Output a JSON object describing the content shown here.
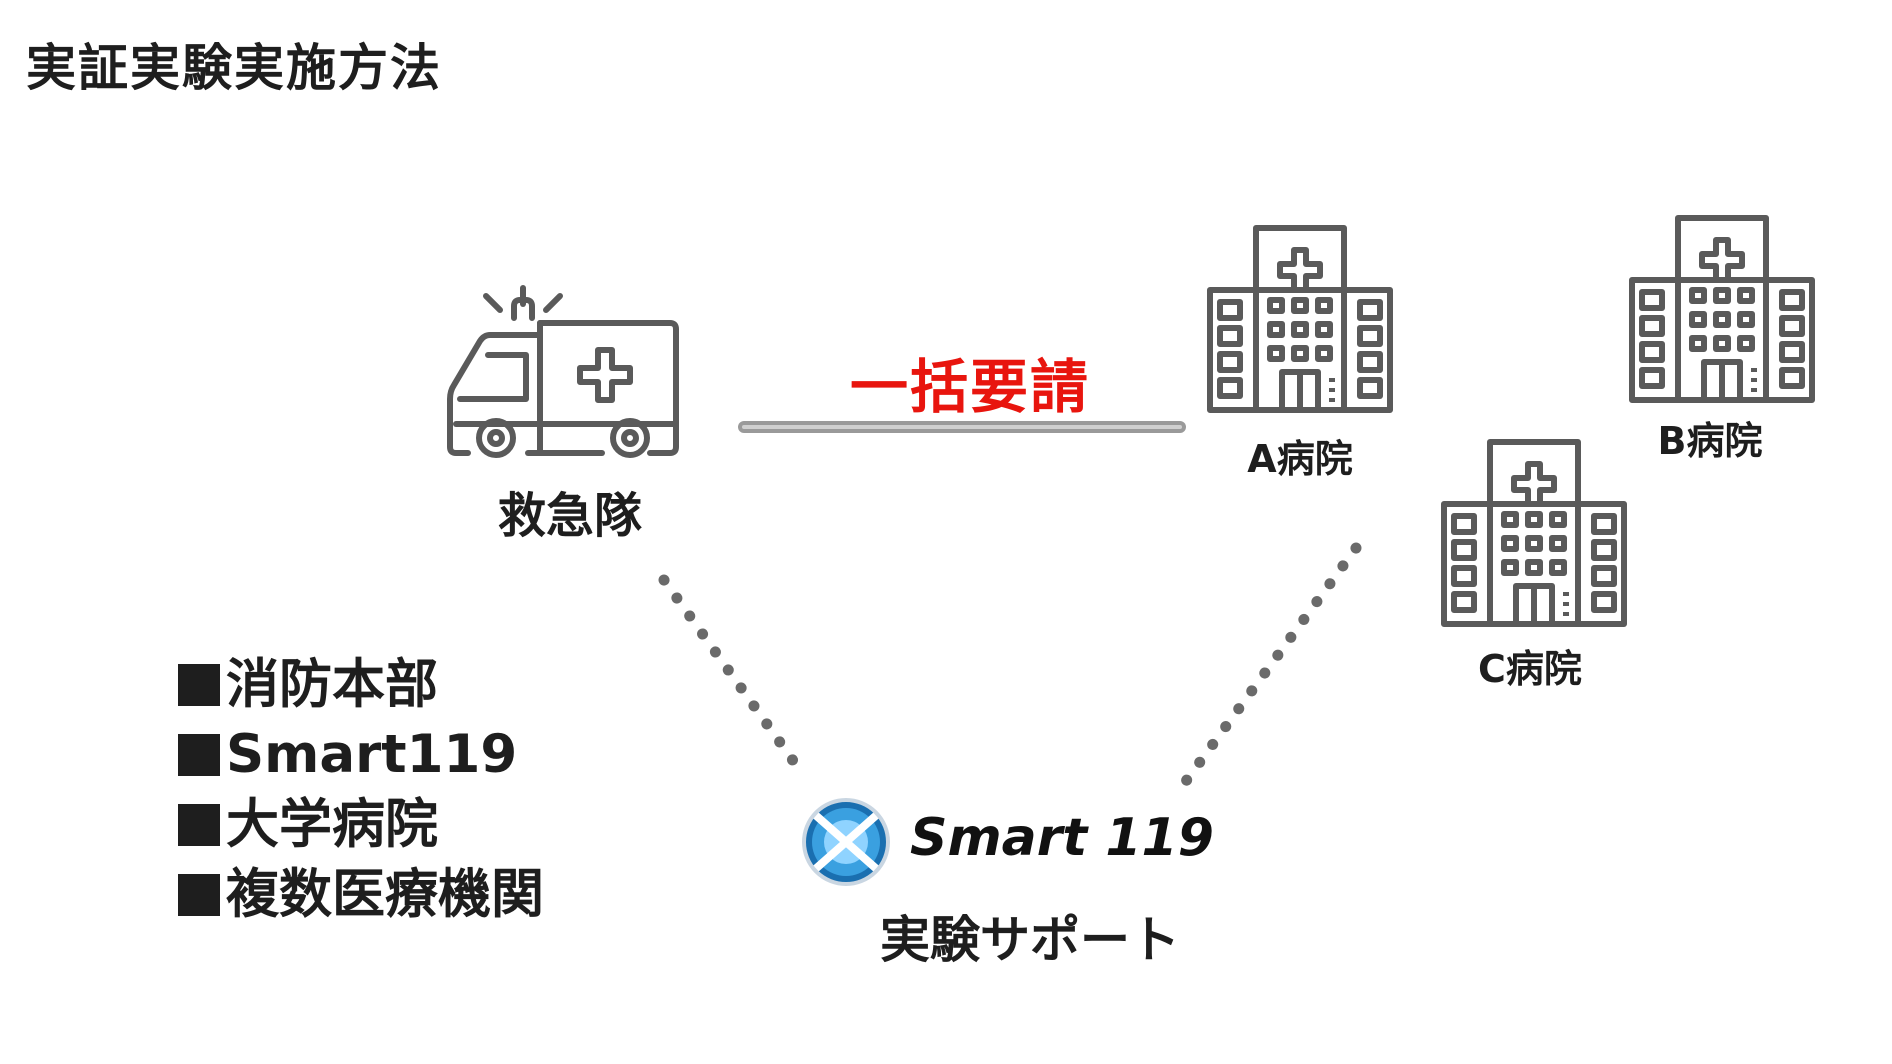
{
  "title": "実証実験実施方法",
  "ambulance": {
    "label": "救急隊",
    "icon": "ambulance-icon"
  },
  "request": {
    "label": "一括要請",
    "color": "#e8150e"
  },
  "hospitals": [
    {
      "label": "A病院",
      "icon": "hospital-icon"
    },
    {
      "label": "B病院",
      "icon": "hospital-icon"
    },
    {
      "label": "C病院",
      "icon": "hospital-icon"
    }
  ],
  "organizations": [
    "消防本部",
    "Smart119",
    "大学病院",
    "複数医療機関"
  ],
  "smart119": {
    "logo_text": "Smart 119",
    "support_label": "実験サポート",
    "logo_icon": "smart119-logo-icon"
  },
  "colors": {
    "icon_stroke": "#5a5a5a",
    "dotted_line": "#6a6a6a",
    "text": "#1e1e1e"
  }
}
